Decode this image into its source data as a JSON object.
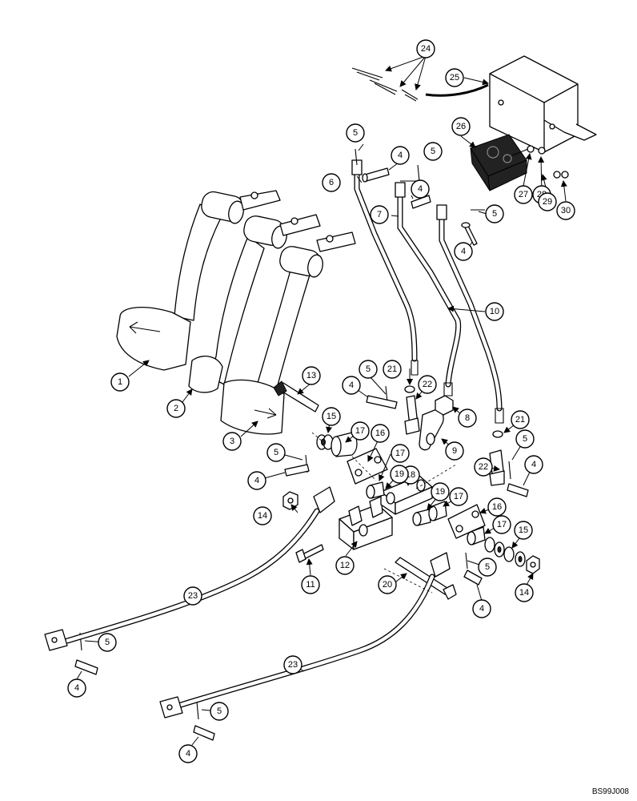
{
  "diagram": {
    "reference_code": "BS99J008",
    "callouts": [
      "1",
      "2",
      "3",
      "4",
      "5",
      "6",
      "7",
      "8",
      "9",
      "10",
      "11",
      "12",
      "13",
      "14",
      "15",
      "16",
      "17",
      "18",
      "19",
      "20",
      "21",
      "22",
      "23",
      "24",
      "25",
      "26",
      "27",
      "28",
      "29",
      "30"
    ]
  }
}
